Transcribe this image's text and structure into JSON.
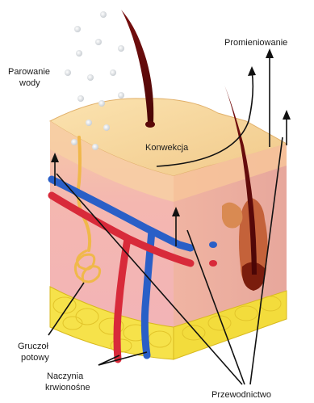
{
  "labels": {
    "evaporation_line1": "Parowanie",
    "evaporation_line2": "wody",
    "radiation": "Promieniowanie",
    "convection": "Konwekcja",
    "sweat_gland_line1": "Gruczoł",
    "sweat_gland_line2": "potowy",
    "vessels_line1": "Naczynia",
    "vessels_line2": "krwionośne",
    "conduction": "Przewodnictwo"
  }
}
